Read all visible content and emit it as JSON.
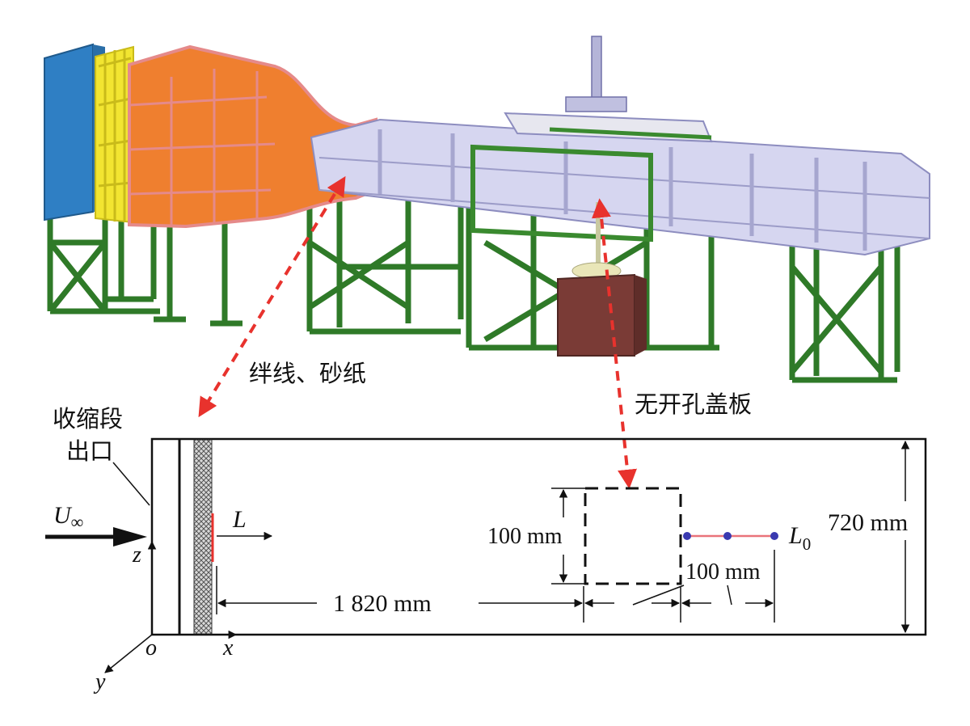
{
  "labels": {
    "tripwire_sandpaper": "绊线、砂纸",
    "contraction_exit_line1": "收缩段",
    "contraction_exit_line2": "出口",
    "cover_plate": "无开孔盖板"
  },
  "plan_view": {
    "freestream_U": "U",
    "freestream_sub": "∞",
    "length_symbol": "L",
    "line_symbol": "L",
    "line_sub": "0",
    "dim_distance": "1 820 mm",
    "dim_plate_height": "100 mm",
    "dim_plate_width": "100 mm",
    "dim_section_width": "720 mm",
    "axis_x": "x",
    "axis_y": "y",
    "axis_z": "z",
    "origin": "o"
  },
  "colors": {
    "inlet_blue": "#2f7fc4",
    "honeycomb_yellow": "#f2e531",
    "contraction_orange": "#ef7f2f",
    "contraction_pink": "#e58a8a",
    "test_section_lavender": "#c9c9ea",
    "support_green": "#3a8a2f",
    "balance_box": "#7a3b36",
    "arrow_red": "#e8322d",
    "probe_line": "#e9737a",
    "probe_point": "#3a3ab0"
  }
}
